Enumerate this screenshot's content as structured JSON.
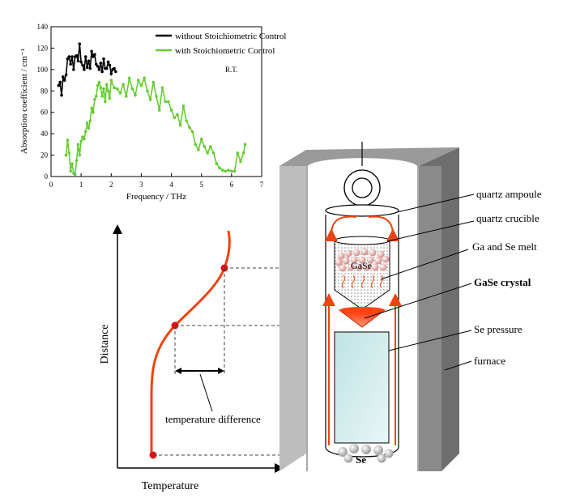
{
  "chart_data": {
    "type": "line",
    "xlabel": "Frequency / THz",
    "ylabel": "Absorption coefficient / cm⁻¹",
    "xlim": [
      0,
      7
    ],
    "ylim": [
      0,
      140
    ],
    "xticks": [
      0,
      1,
      2,
      3,
      4,
      5,
      6,
      7
    ],
    "yticks": [
      0,
      20,
      40,
      60,
      80,
      100,
      120,
      140
    ],
    "annotation": "R.T.",
    "legend_position": "top-right",
    "series": [
      {
        "name": "without Stoichiometric Control",
        "color": "#000000",
        "x": [
          0.25,
          0.3,
          0.35,
          0.4,
          0.45,
          0.5,
          0.55,
          0.6,
          0.65,
          0.7,
          0.75,
          0.8,
          0.85,
          0.9,
          0.95,
          1.0,
          1.05,
          1.1,
          1.15,
          1.2,
          1.25,
          1.3,
          1.35,
          1.4,
          1.45,
          1.5,
          1.55,
          1.6,
          1.65,
          1.7,
          1.75,
          1.8,
          1.85,
          1.9,
          1.95,
          2.0,
          2.05,
          2.1,
          2.15
        ],
        "y": [
          85,
          88,
          76,
          93,
          90,
          95,
          110,
          112,
          105,
          112,
          100,
          112,
          113,
          108,
          124,
          107,
          104,
          100,
          112,
          102,
          108,
          101,
          117,
          112,
          114,
          105,
          103,
          100,
          106,
          98,
          110,
          101,
          101,
          107,
          104,
          96,
          100,
          101,
          98
        ]
      },
      {
        "name": "with Stoichiometric Control",
        "color": "#66cc33",
        "x": [
          0.5,
          0.55,
          0.6,
          0.65,
          0.7,
          0.75,
          0.8,
          0.85,
          0.9,
          0.95,
          1.0,
          1.05,
          1.1,
          1.15,
          1.2,
          1.25,
          1.3,
          1.35,
          1.4,
          1.45,
          1.5,
          1.55,
          1.6,
          1.65,
          1.7,
          1.75,
          1.8,
          1.85,
          1.9,
          1.95,
          2.0,
          2.1,
          2.2,
          2.3,
          2.4,
          2.5,
          2.6,
          2.7,
          2.8,
          2.9,
          3.0,
          3.1,
          3.2,
          3.3,
          3.4,
          3.5,
          3.6,
          3.7,
          3.8,
          3.9,
          4.0,
          4.1,
          4.2,
          4.3,
          4.4,
          4.5,
          4.6,
          4.7,
          4.8,
          4.9,
          5.0,
          5.1,
          5.2,
          5.3,
          5.4,
          5.5,
          5.6,
          5.7,
          5.8,
          5.9,
          6.0,
          6.1,
          6.2,
          6.3,
          6.4,
          6.45
        ],
        "y": [
          20,
          34,
          22,
          5,
          12,
          3,
          2,
          15,
          30,
          20,
          33,
          37,
          35,
          42,
          50,
          45,
          52,
          64,
          60,
          72,
          75,
          85,
          88,
          83,
          75,
          82,
          70,
          86,
          80,
          73,
          90,
          83,
          82,
          78,
          86,
          75,
          92,
          82,
          76,
          90,
          85,
          92,
          80,
          72,
          88,
          75,
          62,
          83,
          70,
          70,
          62,
          55,
          58,
          48,
          66,
          52,
          46,
          42,
          30,
          25,
          35,
          28,
          22,
          28,
          22,
          12,
          8,
          6,
          5,
          6,
          5,
          5,
          22,
          14,
          22,
          30
        ]
      }
    ]
  },
  "diagram": {
    "profile_axes": {
      "y_label": "Distance",
      "x_label": "Temperature"
    },
    "temperature_difference_label": "temperature difference",
    "furnace_labels": {
      "quartz_ampoule": "quartz ampoule",
      "quartz_crucible": "quartz crucible",
      "melt": "Ga and Se melt",
      "crystal": "GaSe crystal",
      "se_pressure": "Se pressure",
      "furnace": "furnace"
    },
    "inner_labels": {
      "gase": "GaSe",
      "se": "Se"
    },
    "colors": {
      "profile": "#ee4411",
      "point": "#dd1111",
      "furnace": "#888888"
    }
  }
}
